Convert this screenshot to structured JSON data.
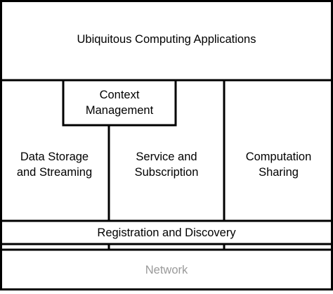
{
  "diagram": {
    "top_layer": "Ubiquitous Computing Applications",
    "context_management": "Context\nManagement",
    "data_storage": "Data Storage\nand Streaming",
    "service_subscription": "Service and\nSubscription",
    "computation_sharing": "Computation\nSharing",
    "registration_discovery": "Registration and Discovery",
    "network": "Network"
  },
  "colors": {
    "stroke": "#000000",
    "network_text": "#9a9a9a"
  }
}
